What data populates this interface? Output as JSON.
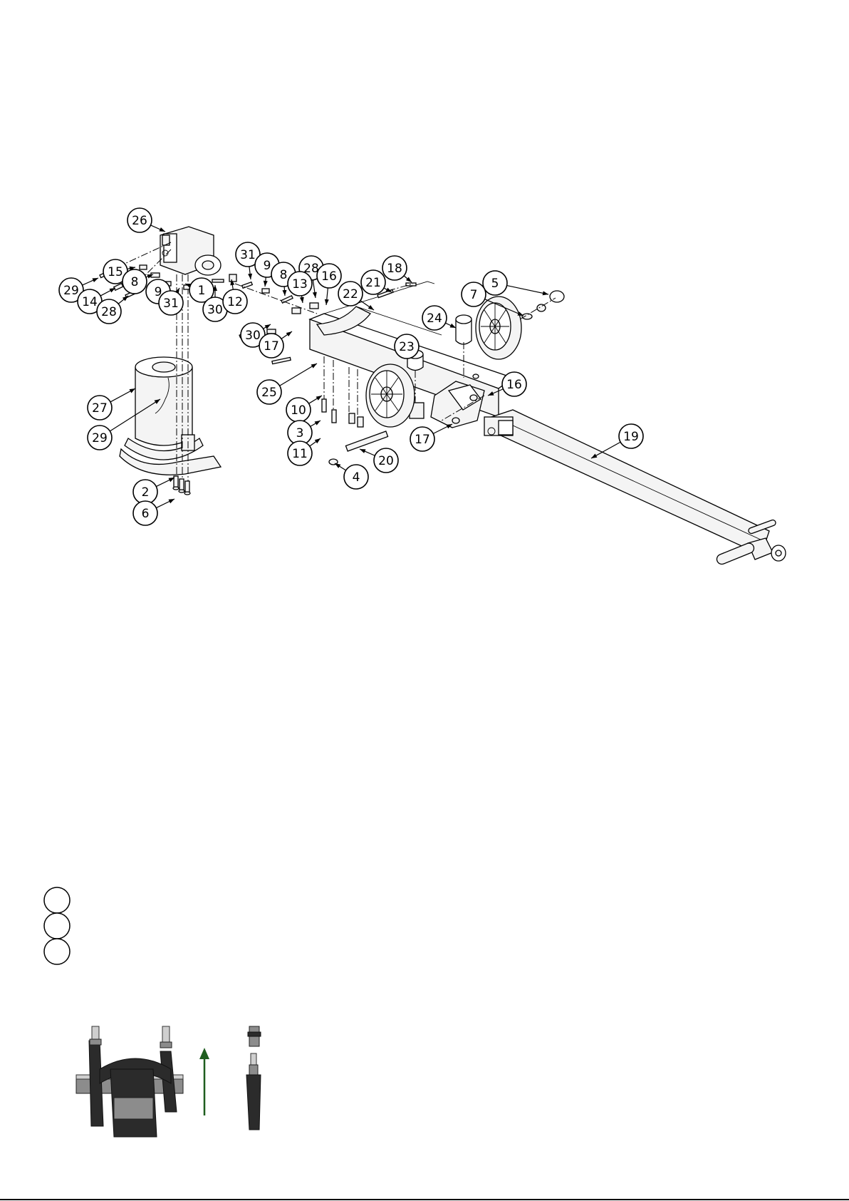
{
  "diagram": {
    "callouts": [
      "1",
      "2",
      "3",
      "4",
      "5",
      "6",
      "7",
      "8",
      "9",
      "10",
      "11",
      "12",
      "13",
      "14",
      "15",
      "16",
      "17",
      "18",
      "19",
      "20",
      "21",
      "22",
      "23",
      "24",
      "25",
      "26",
      "27",
      "28",
      "29",
      "30",
      "31"
    ]
  },
  "language_markers": [
    "",
    "",
    ""
  ],
  "colors": {
    "arrow": "#1f5e1f",
    "line": "#000000",
    "background": "#ffffff"
  }
}
